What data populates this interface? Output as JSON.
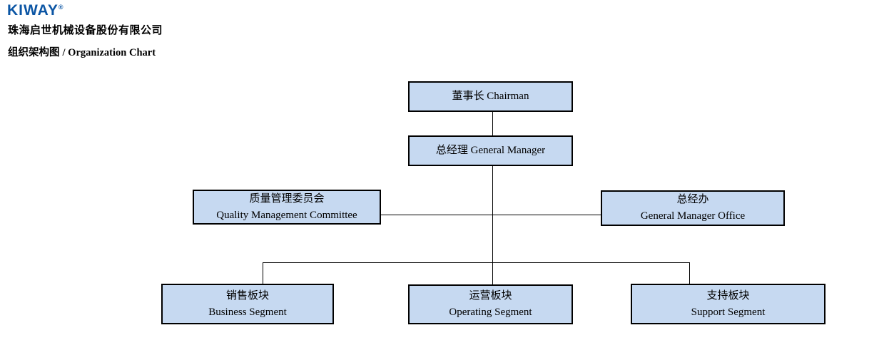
{
  "header": {
    "logo_text": "KIWAY",
    "logo_registered": "®",
    "logo_color": "#0b55a4",
    "company_name": "珠海启世机械设备股份有限公司",
    "chart_title_zh": "组织架构图 ",
    "chart_title_en": "/ Organization Chart"
  },
  "org_chart": {
    "box_fill_color": "#c6d9f1",
    "box_border_color": "#000000",
    "connector_color": "#000000",
    "nodes": {
      "chairman": {
        "label": "董事长 Chairman"
      },
      "general_manager": {
        "label": "总经理 General Manager"
      },
      "quality_committee": {
        "label_zh": "质量管理委员会",
        "label_en": "Quality Management Committee"
      },
      "gm_office": {
        "label_zh": "总经办",
        "label_en": "General Manager Office"
      },
      "business_segment": {
        "label_zh": "销售板块",
        "label_en": "Business Segment"
      },
      "operating_segment": {
        "label_zh": "运营板块",
        "label_en": "Operating Segment"
      },
      "support_segment": {
        "label_zh": "支持板块",
        "label_en": "Support Segment"
      }
    }
  }
}
